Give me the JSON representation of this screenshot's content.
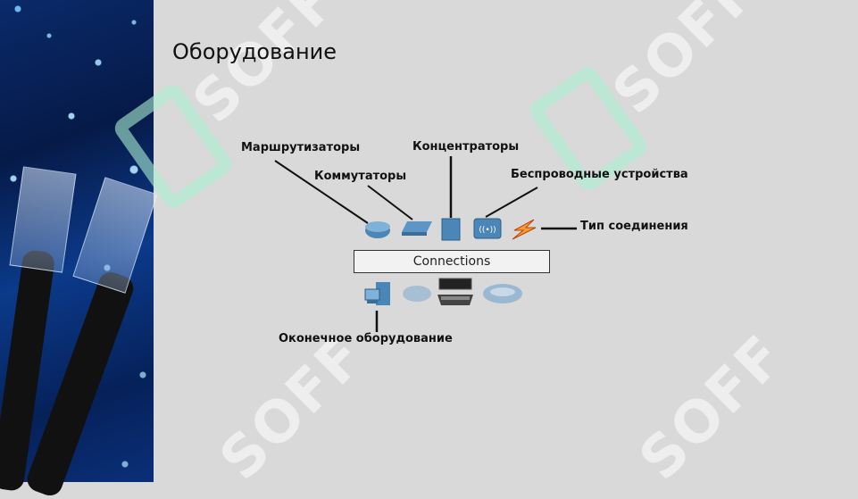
{
  "slide": {
    "title": "Оборудование",
    "watermark_text": "SOFF"
  },
  "diagram": {
    "labels": {
      "routers": "Маршрутизаторы",
      "switches": "Коммутаторы",
      "hubs": "Концентраторы",
      "wireless": "Беспроводные устройства",
      "connection_type": "Тип соединения",
      "end_devices": "Оконечное оборудование"
    },
    "connections_label": "Connections"
  },
  "colors": {
    "background": "#d9d9d9",
    "watermark_green": "#aaf0d2",
    "device_blue": "#4a86b8"
  }
}
